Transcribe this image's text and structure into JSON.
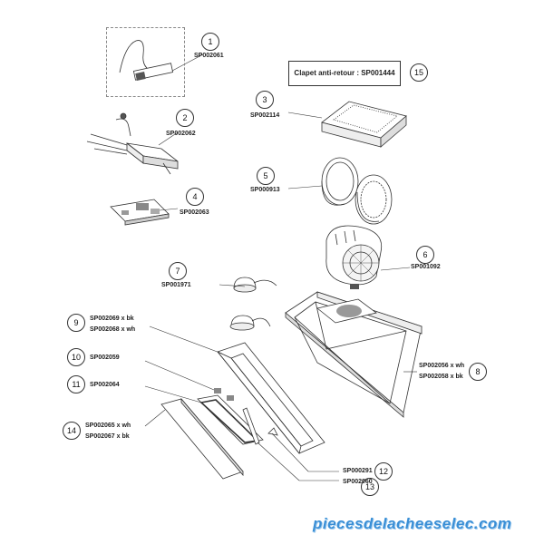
{
  "callouts": [
    {
      "num": "1",
      "codes": [
        "SP002061"
      ]
    },
    {
      "num": "2",
      "codes": [
        "SP002062"
      ]
    },
    {
      "num": "3",
      "codes": [
        "SP002114"
      ]
    },
    {
      "num": "4",
      "codes": [
        "SP002063"
      ]
    },
    {
      "num": "5",
      "codes": [
        "SP000913"
      ]
    },
    {
      "num": "6",
      "codes": [
        "SP001092"
      ]
    },
    {
      "num": "7",
      "codes": [
        "SP001971"
      ]
    },
    {
      "num": "8",
      "codes": [
        "SP002056 x wh",
        "SP002058 x bk"
      ]
    },
    {
      "num": "9",
      "codes": [
        "SP002069 x bk",
        "SP002068 x wh"
      ]
    },
    {
      "num": "10",
      "codes": [
        "SP002059"
      ]
    },
    {
      "num": "11",
      "codes": [
        "SP002064"
      ]
    },
    {
      "num": "12",
      "codes": [
        "SP000291"
      ]
    },
    {
      "num": "13",
      "codes": [
        "SP002060"
      ]
    },
    {
      "num": "14",
      "codes": [
        "SP002065 x wh",
        "SP002067 x bk"
      ]
    },
    {
      "num": "15",
      "codes": []
    }
  ],
  "clapet_label": "Clapet anti-retour : SP001444",
  "watermark": "piecesdelacheeselec.com",
  "colors": {
    "line": "#333333",
    "watermark": "#3a8fd6"
  }
}
